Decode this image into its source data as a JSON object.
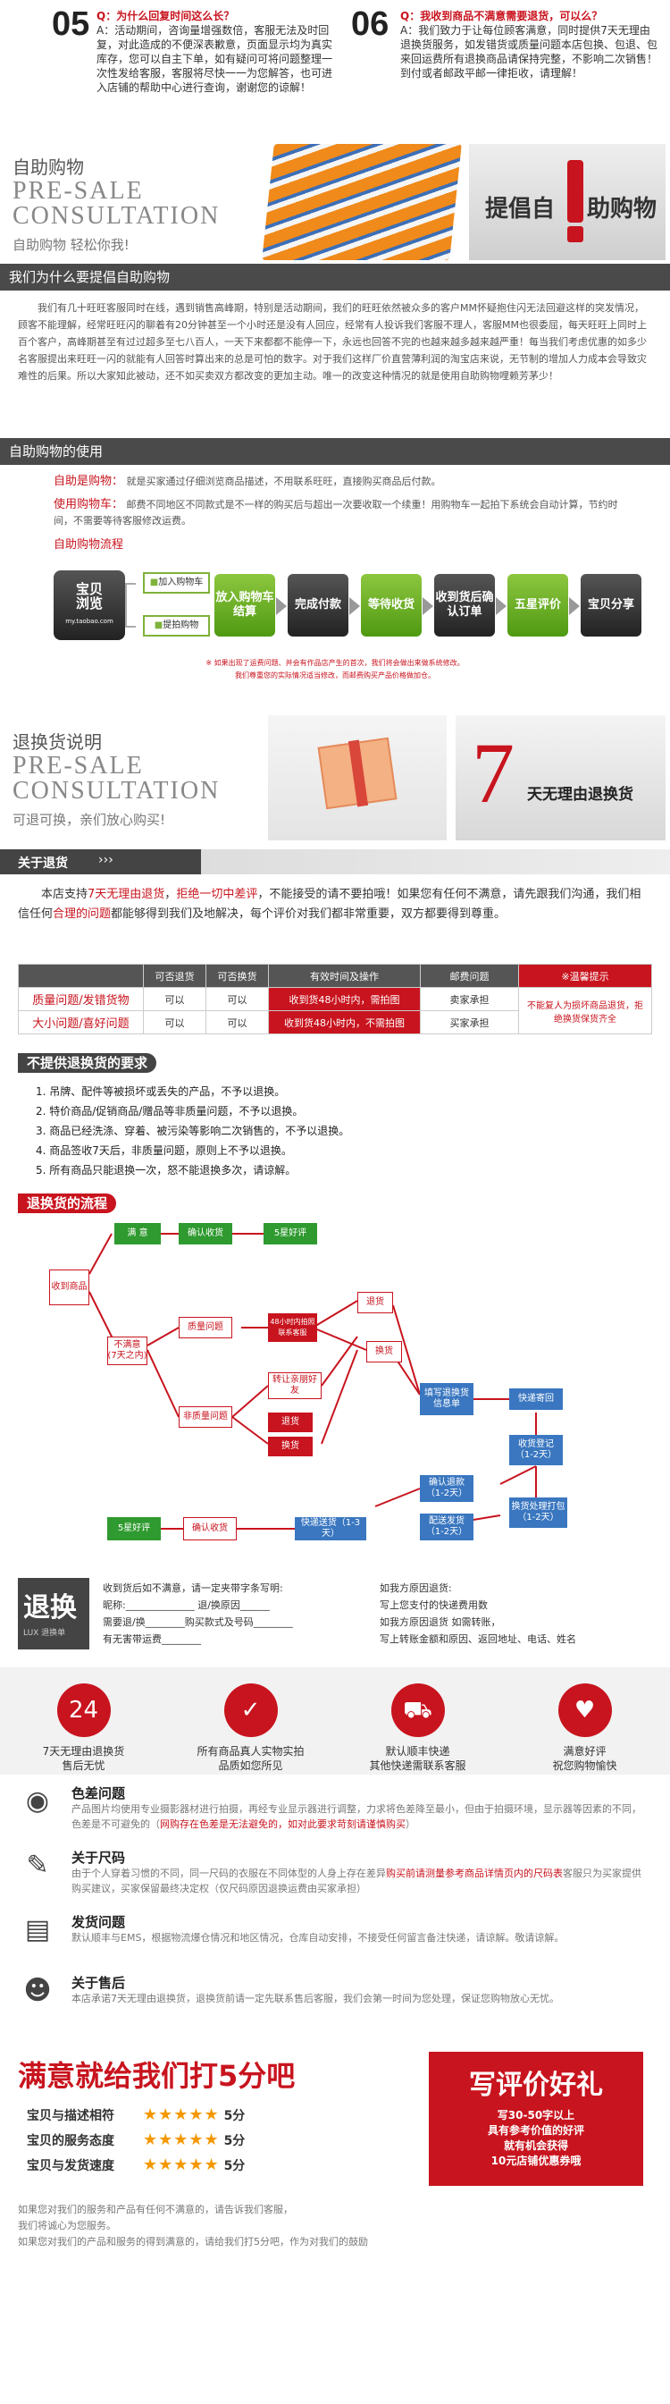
{
  "faq": {
    "q5": {
      "num": "05",
      "q": "Q：为什么回复时间这么长？",
      "a": "A：活动期间，咨询量增强数倍，客服无法及时回复，对此造成的不便深表歉意，页面显示均为真实库存，您可以自主下单，如有疑问可将问题整理一次性发给客服，客服将尽快一一为您解答，也可进入店铺的帮助中心进行查询，谢谢您的谅解！"
    },
    "q6": {
      "num": "06",
      "q": "Q：我收到商品不满意需要退货，可以么？",
      "qhl": "需要退货",
      "a": "A：我们致力于让每位顾客满意，同时提供7天无理由退换货服务，如发错货或质量问题本店包换、包退、包来回运费所有退换商品请保持完整，不影响二次销售！到付或者邮政平邮一律拒收，请理解！"
    }
  },
  "selfbuy": {
    "cn_title": "自助购物",
    "en1": "PRE-SALE",
    "en2": "CONSULTATION",
    "slogan": "自助购物  轻松你我!",
    "banner_text": "提倡自",
    "banner_text2": "助购物",
    "why_title": "我们为什么要提倡自助购物",
    "why_text": "我们有几十旺旺客服同时在线，遇到销售高峰期，特别是活动期间，我们的旺旺依然被众多的客户MM怀疑抱住闪无法回避这样的突发情况，顾客不能理解，经常旺旺闪的聊着有20分钟甚至一个小时还是没有人回应，经常有人投诉我们客服不理人，客服MM也很委屈，每天旺旺上同时上百个客户，高峰期甚至有过过超多至七八百人，一天下来都都不能停一下，永远也回答不完的也越来越多越来越严重！每当我们考虑优惠的如多少名客服提出来旺旺一闪的就能有人回答时算出来的总是可怕的数字。对于我们这样厂价直营薄利润的淘宝店来说，无节制的增加人力成本会导致灾难性的后果。所以大家知此被动，还不如买卖双方都改变的更加主动。唯一的改变这种情况的就是使用自助购物哩赖芳茅少！",
    "use_title": "自助购物的使用",
    "lines": [
      {
        "label": "自助是购物：",
        "text": "就是买家通过仔细浏览商品描述，不用联系旺旺，直接购买商品后付款。"
      },
      {
        "label": "使用购物车：",
        "text": "邮费不同地区不同款式是不一样的购买后与超出一次要收取一个续重！用购物车一起拍下系统会自动计算，节约时间，不需要等待客服修改运费。"
      },
      {
        "label": "自助购物流程",
        "text": ""
      }
    ],
    "flow": {
      "start": "宝贝浏览",
      "start_sub": "my.taobao.com",
      "opt1": "加入购物车",
      "opt2": "提拍购物",
      "steps": [
        "放入购物车结算",
        "完成付款",
        "等待收货",
        "收到货后确认订单",
        "五星评价",
        "宝贝分享"
      ],
      "note1": "※ 如果出现了运费问题、并会有作品店产生的首次，我们将会做出来做系统修改。",
      "note2": "我们尊重您的实际情况适当修改，而邮费购买产品价格做加仓。"
    }
  },
  "returns": {
    "cn_title": "退换货说明",
    "en1": "PRE-SALE",
    "en2": "CONSULTATION",
    "slogan": "可退可换，亲们放心购买!",
    "seven": "7",
    "seven_text": "天无理由退换货",
    "about_title": "关于退货",
    "about_arrows": "›››",
    "about_text_a": "本店支持",
    "about_hl1": "7天无理由退货",
    "about_text_b": "，",
    "about_hl2": "拒绝一切中差评",
    "about_text_c": "，不能接受的请不要拍哦！如果您有任何不满意，请先跟我们沟通，我们相信任何",
    "about_hl3": "合理的问题",
    "about_text_d": "都能够得到我们及地解决，每个评价对我们都非常重要，双方都要得到尊重。",
    "table": {
      "headers": [
        "",
        "可否退货",
        "可否换货",
        "有效时间及操作",
        "邮费问题",
        "※温馨提示"
      ],
      "rows": [
        [
          "质量问题/发错货物",
          "可以",
          "可以",
          "收到货48小时内，需拍图",
          "卖家承担"
        ],
        [
          "大小问题/喜好问题",
          "可以",
          "可以",
          "收到货48小时内，不需拍图",
          "买家承担"
        ]
      ],
      "tip": "不能复人为损坏商品退货，拒绝换货保货齐全"
    },
    "rules_title": "不提供退换货的要求",
    "rules": [
      "1. 吊牌、配件等被损坏或丢失的产品，不予以退换。",
      "2. 特价商品/促销商品/赠品等非质量问题，不予以退换。",
      "3. 商品已经洗涤、穿着、被污染等影响二次销售的，不予以退换。",
      "4. 商品签收7天后，非质量问题，原则上不予以退换。",
      "5. 所有商品只能退换一次，怒不能退换多次，请谅解。"
    ],
    "flow_title": "退换货的流程",
    "flow": {
      "satisfied": "满 意",
      "confirm": "确认收货",
      "five": "5星好评",
      "received": "收到商品",
      "unsat": "不满意\n(7天之内)",
      "quality": "质量问题",
      "h48": "48小时内拍照联系客服",
      "nonq": "非质量问题",
      "transfer": "转让亲朋好友",
      "refund": "退货",
      "exchange": "换货",
      "fill": "填写退换货信息单",
      "ship": "快递寄回",
      "check": "收货登记（1-2天）",
      "confirm_refund": "确认退款（1-2天）",
      "exch_process": "换货处理打包（1-2天）",
      "courier": "配送发货（1-2天）",
      "express": "快递送货（1-3天）",
      "confirm2": "确认收货",
      "five2": "5星好评"
    },
    "form": {
      "big": "退换",
      "sub": "LUX 退换单",
      "l1": "收到货后如不满意，请一定夹带字条写明:",
      "l2": "昵称:______________ 退/换原因______",
      "l3": "需要退/换________购买款式及号码________",
      "l4": "有无害带运费________",
      "r1": "如我方原因退货:",
      "r2": "写上您支付的快递费用数",
      "r3": "如我方原因退货 如需转账，",
      "r4": "写上转账金额和原因、返回地址、电话、姓名"
    }
  },
  "services": [
    {
      "icon": "24",
      "line1": "7天无理由退换货",
      "line2": "售后无忧"
    },
    {
      "icon": "✓",
      "line1": "所有商品真人实物实拍",
      "line2": "品质如您所见"
    },
    {
      "icon": "⛟",
      "line1": "默认顺丰快递",
      "line2": "其他快递需联系客服"
    },
    {
      "icon": "♥",
      "line1": "满意好评",
      "line2": "祝您购物愉快"
    }
  ],
  "notes": [
    {
      "icon": "◉",
      "title": "色差问题",
      "text": "产品图片均使用专业摄影器材进行拍摄，再经专业显示器进行调整，力求将色差降至最小，但由于拍摄环境，显示器等因素的不同，色差是不可避免的（",
      "hl": "网购存在色差是无法避免的，如对此要求苛刻请谨慎购买",
      "tail": "）"
    },
    {
      "icon": "✎",
      "title": "关于尺码",
      "text": "由于个人穿着习惯的不同，同一尺码的衣服在不同体型的人身上存在差异",
      "hl": "购买前请测量参考商品详情页内的尺码表",
      "tail": "客服只为买家提供购买建议，买家保留最终决定权（仅尺码原因退换运费由买家承担）"
    },
    {
      "icon": "▤",
      "title": "发货问题",
      "text": "默认顺丰与EMS，根据物流爆仓情况和地区情况，仓库自动安排，不接受任何留言备注快递，请谅解。敬请谅解。",
      "hl": "",
      "tail": ""
    },
    {
      "icon": "☻",
      "title": "关于售后",
      "text": "本店承诺7天无理由退换货，退换货前请一定先联系售后客服，我们会第一时间为您处理，保证您购物放心无忧。",
      "hl": "",
      "tail": ""
    }
  ],
  "rating": {
    "title": "满意就给我们打5分吧",
    "rows": [
      {
        "label": "宝贝与描述相符",
        "score": "5分"
      },
      {
        "label": "宝贝的服务态度",
        "score": "5分"
      },
      {
        "label": "宝贝与发货速度",
        "score": "5分"
      }
    ],
    "stars": "★★★★★",
    "gift_title": "写评价好礼",
    "gift_lines": [
      "写30-50字以上",
      "具有参考价值的好评",
      "就有机会获得",
      "10元店铺优惠券哦"
    ],
    "foot1": "如果您对我们的服务和产品有任何不满意的，请告诉我们客服，",
    "foot2": "我们将诚心为您服务。",
    "foot3": "如果您对我们的产品和服务的得到满意的，请给我们打5分吧，作为对我们的鼓励"
  }
}
